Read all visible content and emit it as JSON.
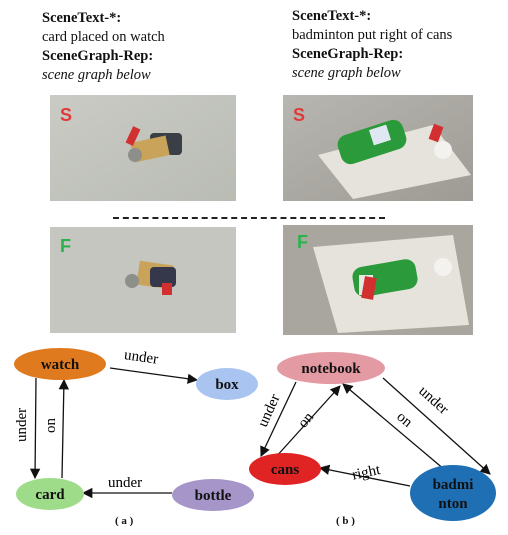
{
  "captions": {
    "left": {
      "scene_text_title": "SceneText-*:",
      "scene_text_value": "card placed on watch",
      "graph_title": "SceneGraph-Rep:",
      "graph_value": "scene graph below"
    },
    "right": {
      "scene_text_title": "SceneText-*:",
      "scene_text_value": "badminton put right of cans",
      "graph_title": "SceneGraph-Rep:",
      "graph_value": "scene graph below"
    }
  },
  "photos": {
    "success_tag": "S",
    "failure_tag": "F",
    "success_color": "#e03a3a",
    "failure_color": "#2bb24c"
  },
  "graph_a": {
    "label": "( a )",
    "nodes": {
      "watch": "watch",
      "box": "box",
      "card": "card",
      "bottle": "bottle"
    },
    "edges": {
      "watch_box": "under",
      "watch_card": "under",
      "card_watch": "on",
      "bottle_card": "under"
    }
  },
  "graph_b": {
    "label": "( b )",
    "nodes": {
      "notebook": "notebook",
      "cans": "cans",
      "badminton_1": "badmi",
      "badminton_2": "nton"
    },
    "edges": {
      "notebook_cans": "under",
      "cans_notebook": "on",
      "notebook_badminton": "under",
      "badminton_notebook": "on",
      "badminton_cans": "right"
    }
  },
  "colors": {
    "watch": "#e07a1f",
    "box": "#a9c4f0",
    "card": "#9fdc8a",
    "bottle": "#a595c8",
    "notebook": "#e49aa3",
    "cans": "#e02323",
    "badminton": "#1f6fb5"
  }
}
